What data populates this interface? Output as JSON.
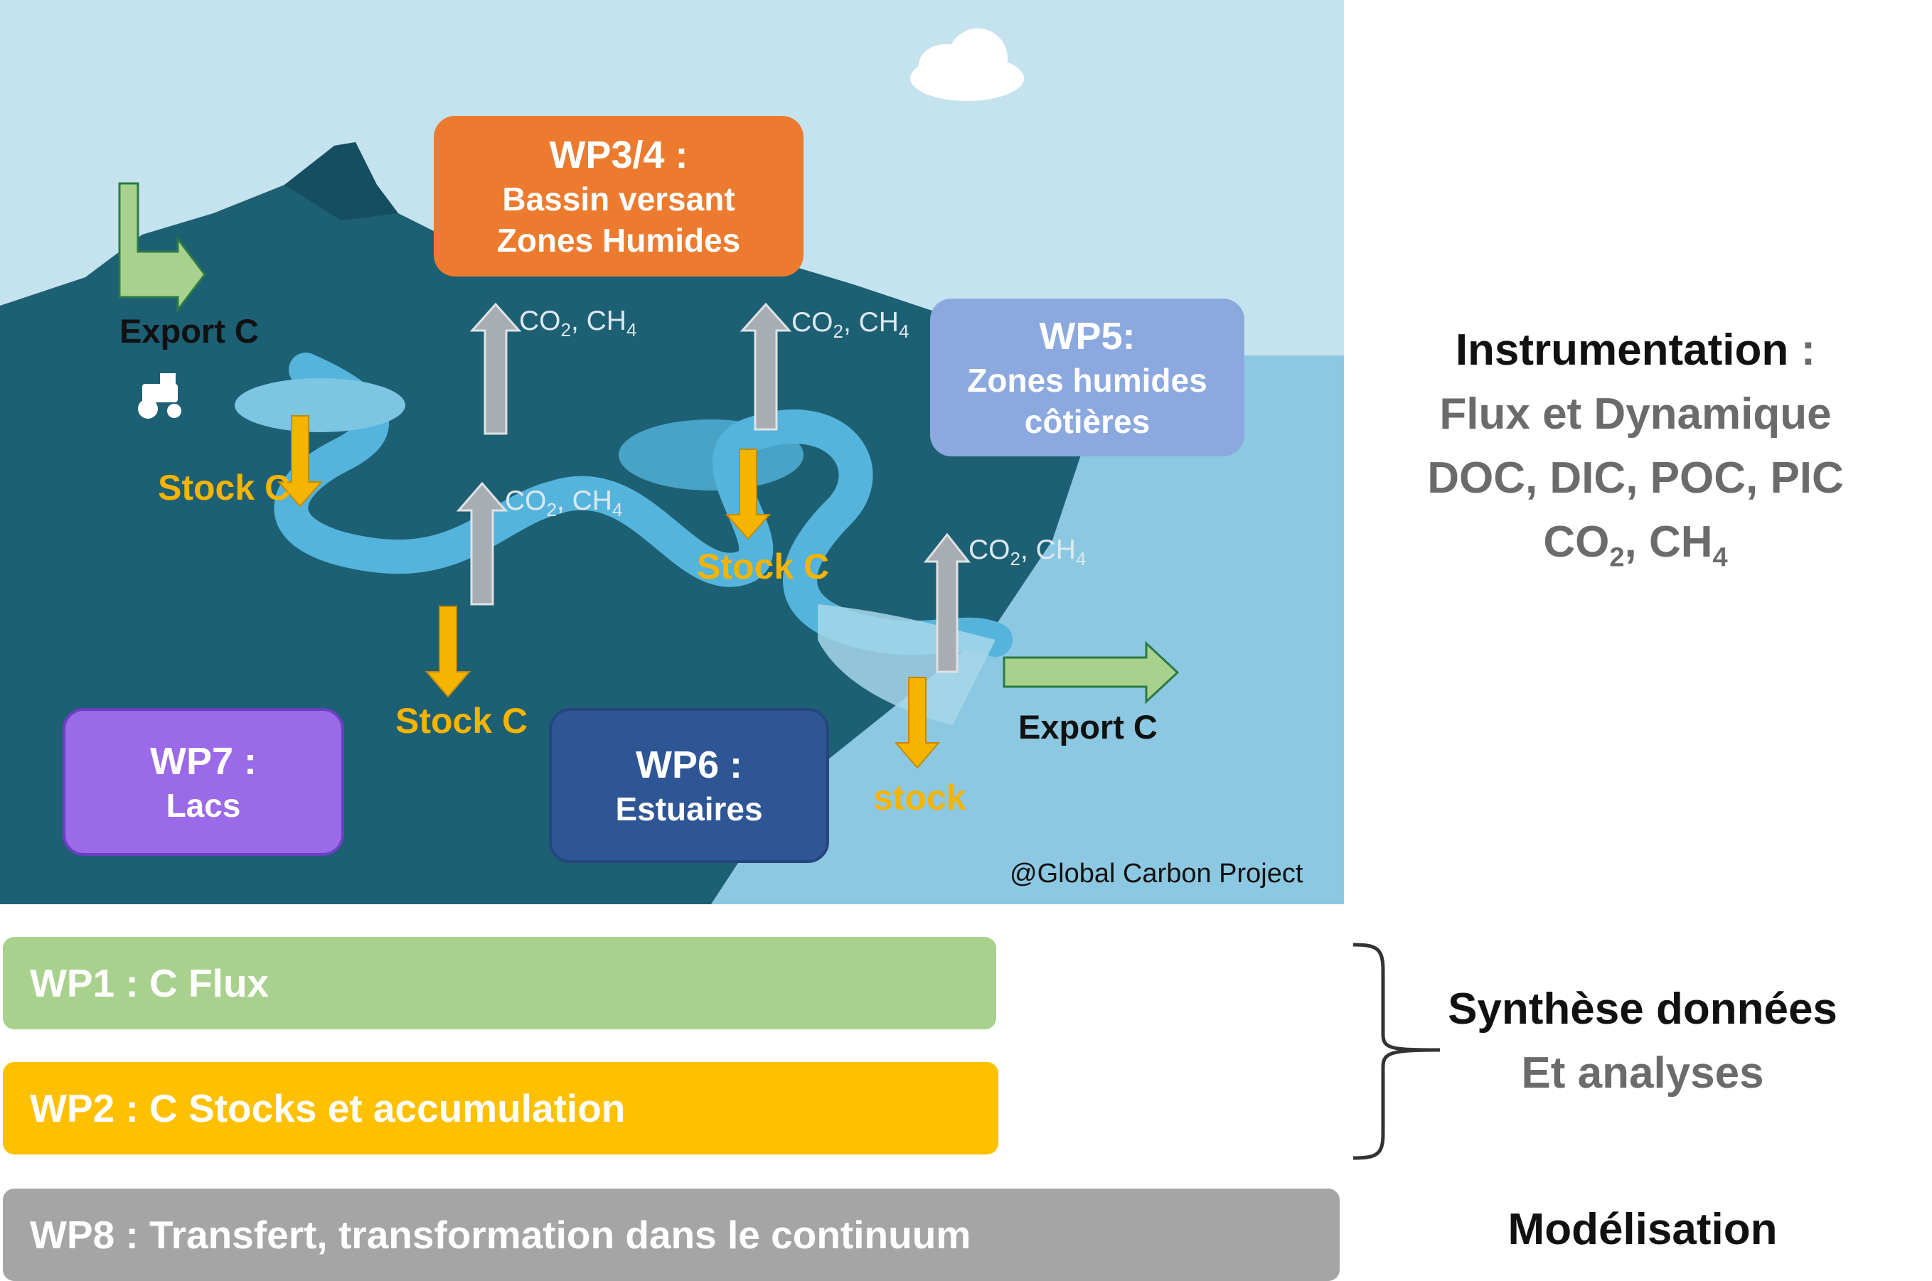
{
  "illustration": {
    "credit": "@Global Carbon Project",
    "wp34": {
      "title": "WP3/4 :",
      "line1": "Bassin versant",
      "line2": "Zones Humides"
    },
    "wp5": {
      "title": "WP5:",
      "line1": "Zones humides",
      "line2": "côtières"
    },
    "wp7": {
      "title": "WP7 :",
      "line1": "Lacs"
    },
    "wp6": {
      "title": "WP6 :",
      "line1": "Estuaires"
    },
    "labels": {
      "export_c_left": "Export C",
      "export_c_right": "Export C",
      "stock_c_1": "Stock C",
      "stock_c_2": "Stock C",
      "stock_c_3": "Stock C",
      "stock_lower": "stock",
      "gas_co2": "CO",
      "gas_sep": ", CH",
      "sub2": "2",
      "sub4": "4"
    },
    "colors": {
      "sky": "#c5e3ee",
      "land": "#1d5f73",
      "water": "#55b4dc",
      "sea": "#8cc8e1",
      "wp34": "#ec7b2f",
      "wp5": "#8ca9df",
      "wp7": "#9b6ae8",
      "wp6": "#2e5594",
      "stock_arrow": "#f4b400",
      "gas_arrow": "#a8adb3",
      "export_arrow": "#a9d18e"
    }
  },
  "bars": {
    "wp1": {
      "label": "WP1 : C Flux",
      "color": "#a9d18e"
    },
    "wp2": {
      "label": "WP2 : C Stocks et  accumulation",
      "color": "#ffc000"
    },
    "wp8": {
      "label": "WP8 : Transfert, transformation dans le continuum",
      "color": "#a5a5a5"
    }
  },
  "right_panel": {
    "instrumentation": {
      "title": "Instrumentation",
      "colon": " :",
      "line1": "Flux et Dynamique",
      "line2": "DOC, DIC, POC, PIC",
      "line3_a": "CO",
      "line3_sub": "2",
      "line3_b": ", CH",
      "line3_sub2": "4"
    },
    "synthese": {
      "title": "Synthèse données",
      "subtitle": "Et analyses"
    },
    "modelisation": {
      "title": "Modélisation"
    }
  }
}
